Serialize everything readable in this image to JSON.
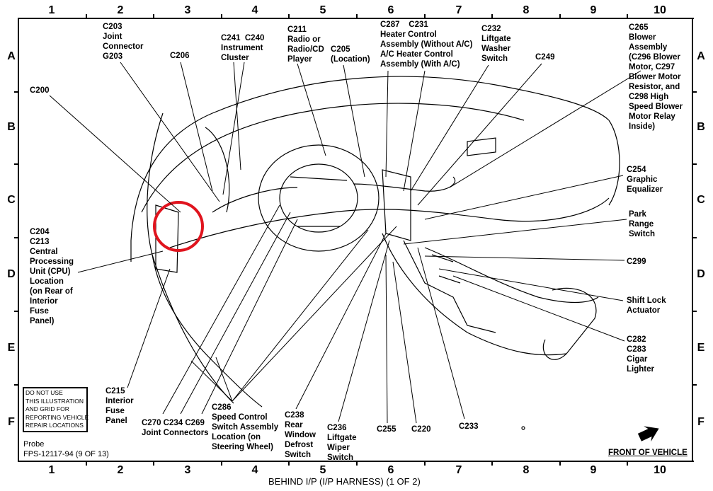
{
  "grid": {
    "columns": [
      "1",
      "2",
      "3",
      "4",
      "5",
      "6",
      "7",
      "8",
      "9",
      "10"
    ],
    "rows": [
      "A",
      "B",
      "C",
      "D",
      "E",
      "F"
    ]
  },
  "labels": {
    "c203": "C203\nJoint\nConnector\nG203",
    "c206": "C206",
    "c241": "C241  C240\nInstrument\nCluster",
    "c211": "C211\nRadio or\nRadio/CD\nPlayer",
    "c205": "C205\n(Location)",
    "c287": "C287    C231\nHeater Control\nAssembly (Without A/C)\nA/C Heater Control\nAssembly (With A/C)",
    "c232": "C232\nLiftgate\nWasher\nSwitch",
    "c249": "C249",
    "c265": "C265\nBlower\nAssembly\n(C296 Blower\nMotor, C297\nBlower Motor\nResistor, and\nC298 High\nSpeed Blower\nMotor Relay\nInside)",
    "c200": "C200",
    "c254": "C254\nGraphic\nEqualizer",
    "park": "Park\nRange\nSwitch",
    "c299": "C299",
    "shift": "Shift Lock\nActuator",
    "c282": "C282\nC283\nCigar\nLighter",
    "c204": "C204\nC213\nCentral\nProcessing\nUnit (CPU)\nLocation\n(on Rear of\nInterior\nFuse\nPanel)",
    "c215": "C215\nInterior\nFuse\nPanel",
    "c270": "C270 C234 C269\nJoint Connectors",
    "c286": "C286\nSpeed Control\nSwitch Assembly\nLocation (on\nSteering Wheel)",
    "c238": "C238\nRear\nWindow\nDefrost\nSwitch",
    "c236": "C236\nLiftgate\nWiper\nSwitch",
    "c255": "C255",
    "c220": "C220",
    "c233": "C233"
  },
  "notice": "DO NOT USE\nTHIS ILLUSTRATION\nAND GRID FOR\nREPORTING VEHICLE\nREPAIR LOCATIONS",
  "vehicle": "Probe",
  "figure_id": "FPS-12117-94 (9 OF 13)",
  "front_of_vehicle": "FRONT OF VEHICLE",
  "title": "BEHIND I/P (I/P HARNESS) (1 OF 2)",
  "highlight_color": "#e0141e"
}
